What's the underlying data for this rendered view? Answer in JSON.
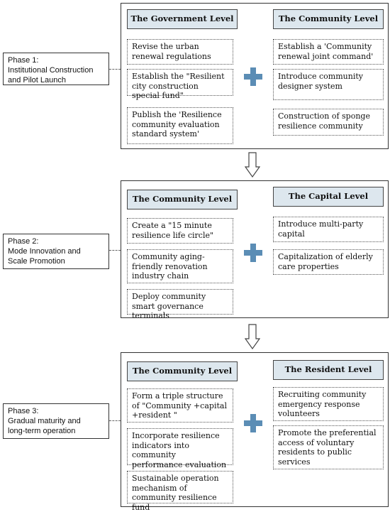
{
  "phases": [
    {
      "label": "Phase 1:\nInstitutional Construction\nand Pilot Launch",
      "left": {
        "title": "The Government Level",
        "items": [
          "Revise the urban renewal regulations",
          "Establish the \"Resilient city construction special fund\"",
          "Publish the 'Resilience community evaluation standard system'"
        ]
      },
      "right": {
        "title": "The Community Level",
        "items": [
          "Establish a 'Community renewal joint command'",
          "Introduce community designer system",
          "Construction of sponge resilience community"
        ]
      }
    },
    {
      "label": "Phase 2:\nMode Innovation and\nScale Promotion",
      "left": {
        "title": "The Community Level",
        "items": [
          "Create a \"15 minute resilience life circle\"",
          "Community aging-friendly renovation industry chain",
          "Deploy community smart governance terminals"
        ]
      },
      "right": {
        "title": "The Capital Level",
        "items": [
          "Introduce multi-party capital",
          "Capitalization of elderly care properties"
        ]
      }
    },
    {
      "label": "Phase 3:\nGradual maturity and\nlong-term operation",
      "left": {
        "title": "The Community Level",
        "items": [
          "Form a triple structure of \"Community +capital +resident \"",
          "Incorporate resilience indicators into community performance evaluation",
          "Sustainable operation mechanism of community resilience fund"
        ]
      },
      "right": {
        "title": "The Resident Level",
        "items": [
          "Recruiting community emergency response volunteers",
          "Promote the preferential access of voluntary residents to public services"
        ]
      }
    }
  ]
}
